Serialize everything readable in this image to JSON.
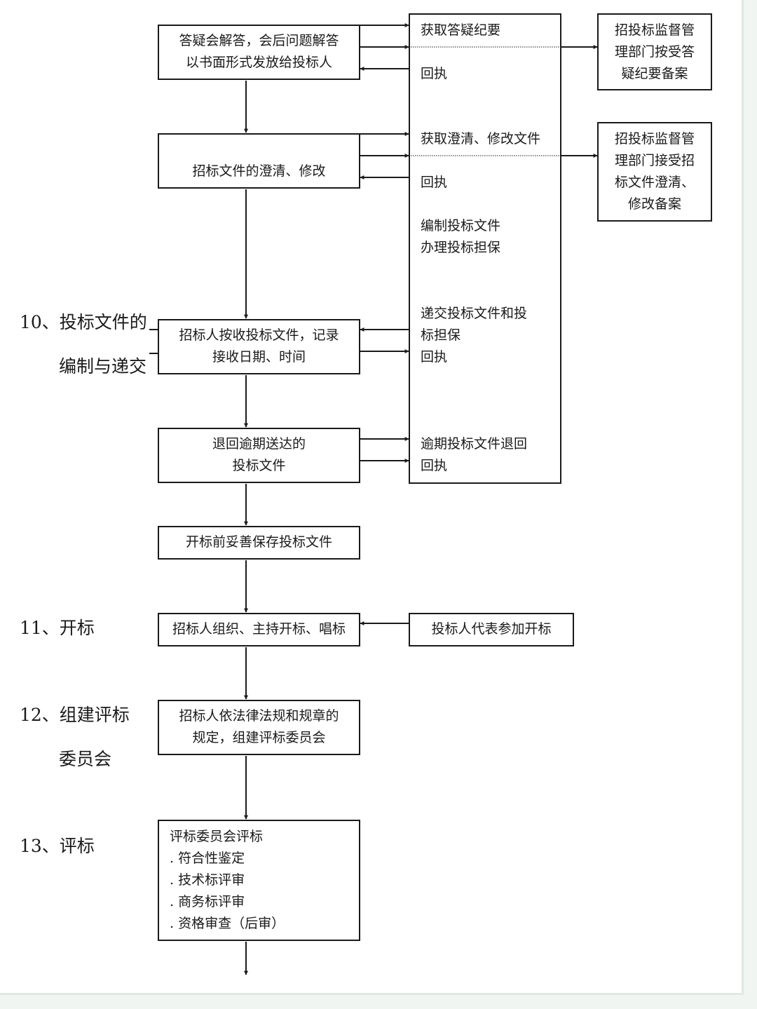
{
  "stages": {
    "s10_line1": "10、投标文件的",
    "s10_line2": "编制与递交",
    "s11": "11、开标",
    "s12_line1": "12、组建评标",
    "s12_line2": "委员会",
    "s13": "13、评标"
  },
  "left": {
    "qa_l1": "答疑会解答，会后问题解答",
    "qa_l2": "以书面形式发放给投标人",
    "clarify": "招标文件的澄清、修改",
    "receive_l1": "招标人按收投标文件，记录",
    "receive_l2": "接收日期、时间",
    "return_l1": "退回逾期送达的",
    "return_l2": "投标文件",
    "store": "开标前妥善保存投标文件",
    "open": "招标人组织、主持开标、唱标",
    "committee_l1": "招标人依法律法规和规章的",
    "committee_l2": "规定，组建评标委员会",
    "eval_title": "评标委员会评标",
    "eval_items": [
      ". 符合性鉴定",
      ". 技术标评审",
      ". 商务标评审",
      ". 资格审查（后审）"
    ]
  },
  "bidder": {
    "get_qa": "获取答疑纪要",
    "receipt": "回执",
    "get_clarify": "获取澄清、修改文件",
    "prepare_l1": "编制投标文件",
    "prepare_l2": "办理投标担保",
    "submit_l1": "递交投标文件和投",
    "submit_l2": "标担保",
    "late_return": "逾期投标文件退回",
    "rep": "投标人代表参加开标"
  },
  "agency": {
    "a1_l1": "招投标监督管",
    "a1_l2": "理部门按受答",
    "a1_l3": "疑纪要备案",
    "a2_l1": "招投标监督管",
    "a2_l2": "理部门接受招",
    "a2_l3": "标文件澄清、",
    "a2_l4": "修改备案"
  }
}
